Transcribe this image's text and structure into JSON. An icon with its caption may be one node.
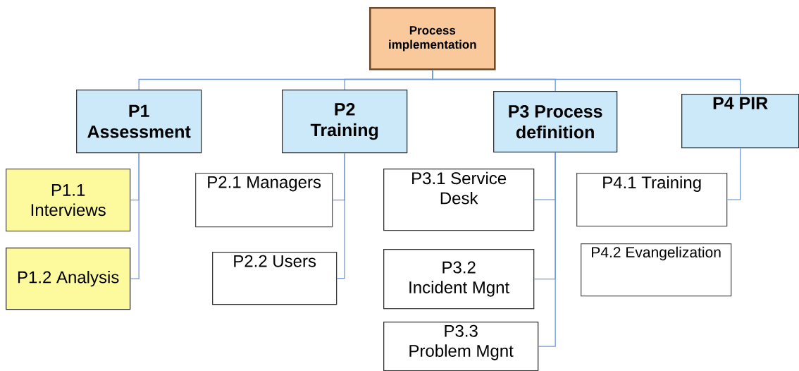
{
  "diagram": {
    "nodes": [
      {
        "text": [
          "Process implementation"
        ]
      },
      {
        "text": [
          "P1 Assessment"
        ]
      },
      {
        "text": [
          "P2 Training"
        ]
      },
      {
        "text": [
          "P3 Process definition"
        ]
      },
      {
        "text": [
          "P4 PIR"
        ]
      },
      {
        "text": [
          "P1.1 Interviews"
        ]
      },
      {
        "text": [
          "P1.2 Analysis"
        ]
      },
      {
        "text": [
          "P2.1 Managers"
        ]
      },
      {
        "text": [
          "P2.2 Users"
        ]
      },
      {
        "text": [
          "P3.1 Service Desk"
        ]
      },
      {
        "text": [
          "P3.2 Incident Mgnt"
        ]
      },
      {
        "text": [
          "P3.3 Problem Mgnt"
        ]
      },
      {
        "text": [
          "P4.1 Training"
        ]
      },
      {
        "text": [
          "P4.2 Evangelization"
        ]
      }
    ],
    "edges": [
      {
        "from": 0,
        "to": 1,
        "arrow": "none"
      },
      {
        "from": 0,
        "to": 2,
        "arrow": "none"
      },
      {
        "from": 0,
        "to": 3,
        "arrow": "none"
      },
      {
        "from": 0,
        "to": 4,
        "arrow": "none"
      },
      {
        "from": 1,
        "to": 5,
        "arrow": "none"
      },
      {
        "from": 1,
        "to": 6,
        "arrow": "none"
      },
      {
        "from": 2,
        "to": 7,
        "arrow": "none"
      },
      {
        "from": 2,
        "to": 8,
        "arrow": "none"
      },
      {
        "from": 3,
        "to": 9,
        "arrow": "none"
      },
      {
        "from": 3,
        "to": 10,
        "arrow": "none"
      },
      {
        "from": 3,
        "to": 11,
        "arrow": "none"
      },
      {
        "from": 4,
        "to": 12,
        "arrow": "none"
      }
    ]
  }
}
